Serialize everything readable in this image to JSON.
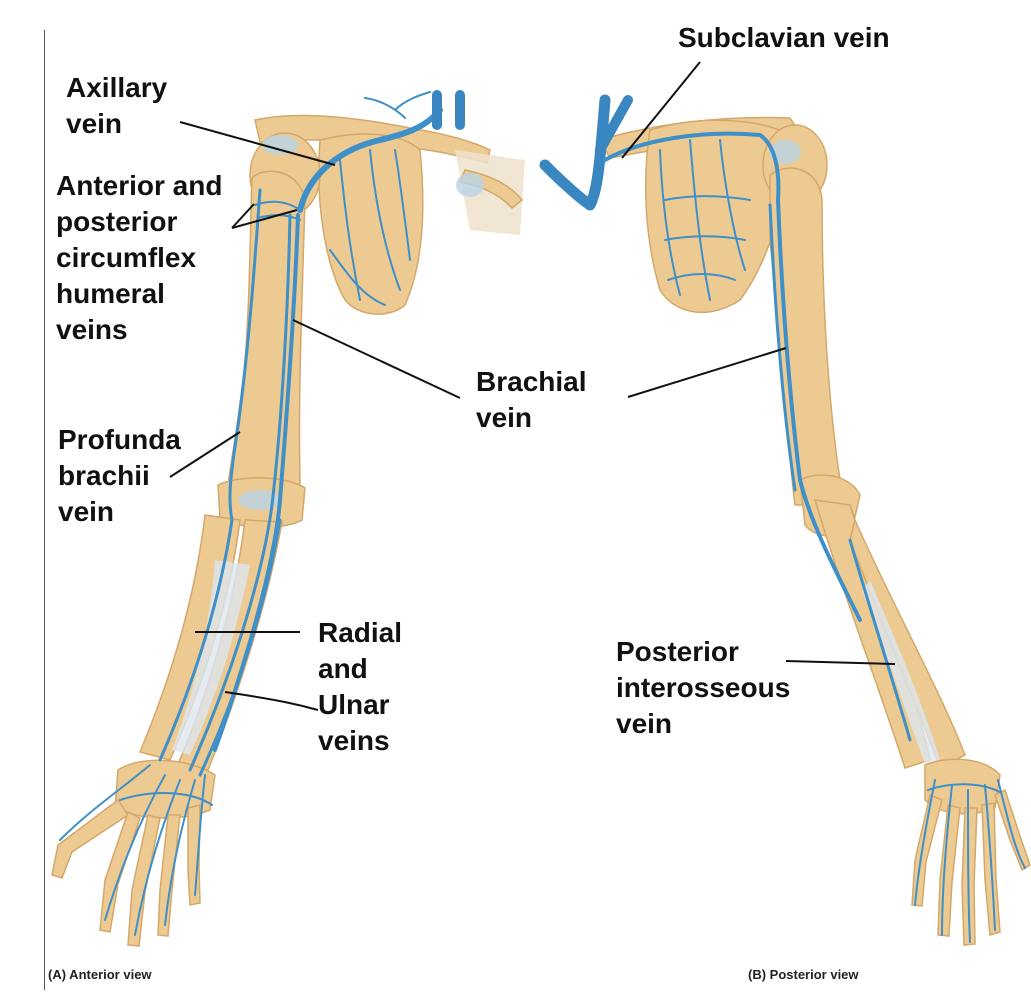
{
  "labels": {
    "subclavian": "Subclavian vein",
    "axillary": "Axillary\nvein",
    "circumflex": "Anterior and\nposterior\ncircumflex\nhumeral\nveins",
    "brachial": "Brachial\nvein",
    "profunda": "Profunda\nbrachii\nvein",
    "radial_ulnar": "Radial\nand\nUlnar\nveins",
    "posterior_interosseous": "Posterior\ninterosseous\nvein"
  },
  "captions": {
    "anterior": "(A) Anterior view",
    "posterior": "(B) Posterior view"
  },
  "colors": {
    "bone": "#ecca92",
    "bone_shadow": "#d3a86a",
    "vein": "#3f8fc8",
    "vein_dark": "#2a6fa6",
    "leader": "#111111",
    "cartilage": "#b9d3e6"
  }
}
